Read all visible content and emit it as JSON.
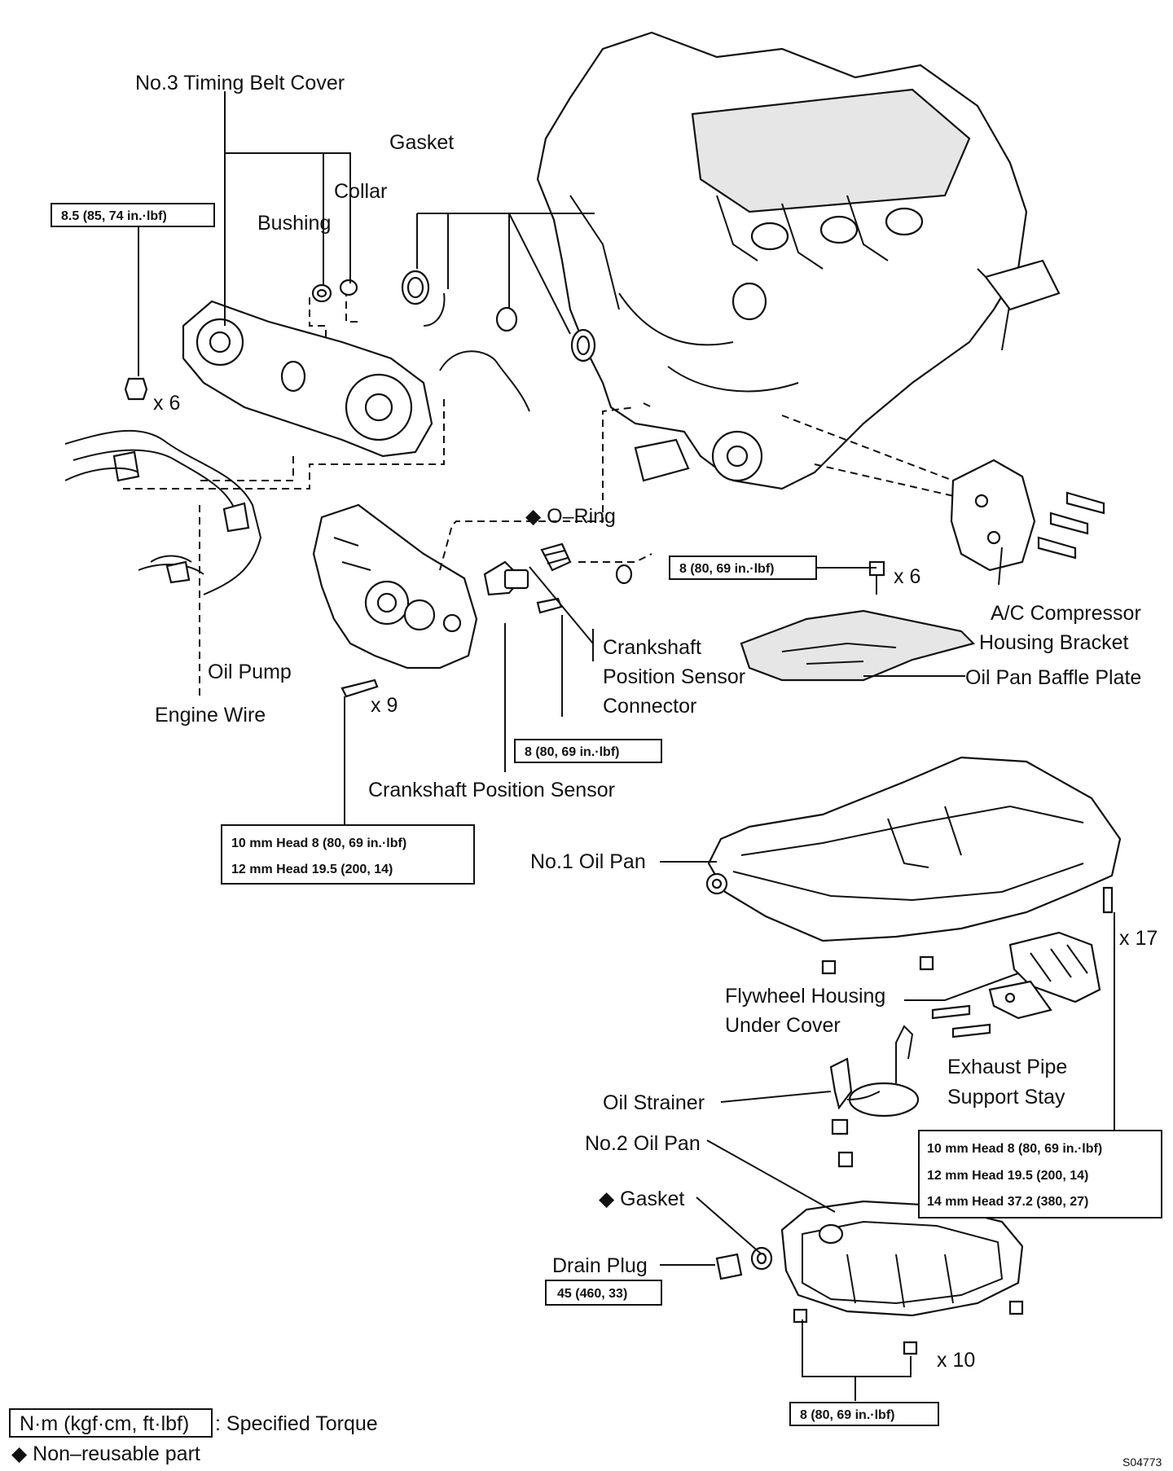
{
  "labels": {
    "timing_belt_cover": "No.3 Timing Belt Cover",
    "gasket_top": "Gasket",
    "collar": "Collar",
    "bushing": "Bushing",
    "x6_top": "x 6",
    "oil_pump": "Oil Pump",
    "engine_wire": "Engine Wire",
    "x9": "x 9",
    "o_ring": "◆ O–Ring",
    "ckp_connector_1": "Crankshaft",
    "ckp_connector_2": "Position Sensor",
    "ckp_connector_3": "Connector",
    "ckp_sensor": "Crankshaft Position Sensor",
    "x6_baffle": "x 6",
    "ac_bracket_1": "A/C Compressor",
    "ac_bracket_2": "Housing Bracket",
    "baffle_plate": "Oil Pan Baffle Plate",
    "no1_oil_pan": "No.1 Oil Pan",
    "x17": "x 17",
    "flywheel_1": "Flywheel Housing",
    "flywheel_2": "Under Cover",
    "exhaust_1": "Exhaust  Pipe",
    "exhaust_2": "Support Stay",
    "oil_strainer": "Oil Strainer",
    "no2_oil_pan": "No.2 Oil Pan",
    "gasket_bottom": "◆ Gasket",
    "drain_plug": "Drain Plug",
    "x10": "x 10"
  },
  "torques": {
    "cover_bolt": "8.5 (85, 74 in.·lbf)",
    "baffle_bolt": "8 (80, 69 in.·lbf)",
    "sensor_bolt": "8 (80, 69 in.·lbf)",
    "pump_bolt_1": "10 mm Head 8 (80, 69 in.·lbf)",
    "pump_bolt_2": "12 mm Head 19.5 (200, 14)",
    "pan_bolt_1": "10 mm Head 8 (80, 69 in.·lbf)",
    "pan_bolt_2": "12 mm Head 19.5 (200, 14)",
    "pan_bolt_3": "14 mm Head 37.2 (380, 27)",
    "drain_plug": "45 (460, 33)",
    "pan2_bolt": "8 (80, 69 in.·lbf)"
  },
  "legend": {
    "torque_unit": "N·m (kgf·cm, ft·lbf)",
    "torque_desc": ": Specified Torque",
    "non_reusable": "◆ Non–reusable part"
  },
  "figure_code": "S04773"
}
